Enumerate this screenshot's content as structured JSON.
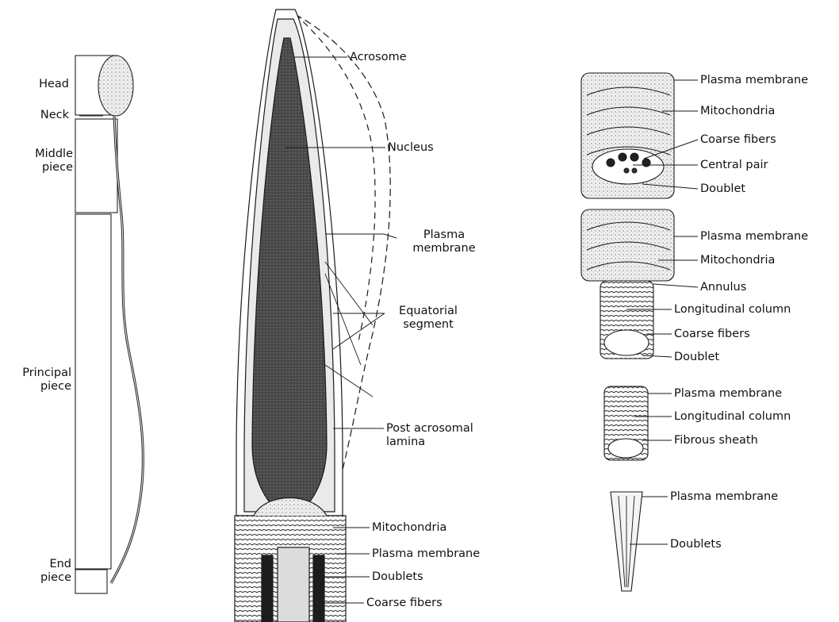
{
  "whole_cell": {
    "labels": {
      "head": "Head",
      "neck": "Neck",
      "middle_piece": "Middle piece",
      "principal_piece": "Principal piece",
      "end_piece": "End piece"
    }
  },
  "head_section": {
    "labels": {
      "acrosome": "Acrosome",
      "nucleus": "Nucleus",
      "plasma_membrane": "Plasma membrane",
      "equatorial_segment": "Equatorial segment",
      "post_acrosomal_lamina": "Post acrosomal lamina",
      "mitochondria": "Mitochondria",
      "plasma_membrane_2": "Plasma membrane",
      "doublets": "Doublets",
      "coarse_fibers": "Coarse fibers"
    }
  },
  "tail_sections": {
    "middle": {
      "plasma_membrane": "Plasma membrane",
      "mitochondria": "Mitochondria",
      "coarse_fibers": "Coarse fibers",
      "central_pair": "Central pair",
      "doublet": "Doublet"
    },
    "junction": {
      "plasma_membrane": "Plasma membrane",
      "mitochondria": "Mitochondria",
      "annulus": "Annulus",
      "longitudinal_column": "Longitudinal column",
      "coarse_fibers": "Coarse fibers",
      "doublet": "Doublet"
    },
    "principal": {
      "plasma_membrane": "Plasma membrane",
      "longitudinal_column": "Longitudinal column",
      "fibrous_sheath": "Fibrous sheath"
    },
    "end": {
      "plasma_membrane": "Plasma membrane",
      "doublets": "Doublets"
    }
  },
  "colors": {
    "ink": "#1a1a1a",
    "nucleus_fill": "#5a5a5a",
    "stipple": "#c8c8c8"
  }
}
